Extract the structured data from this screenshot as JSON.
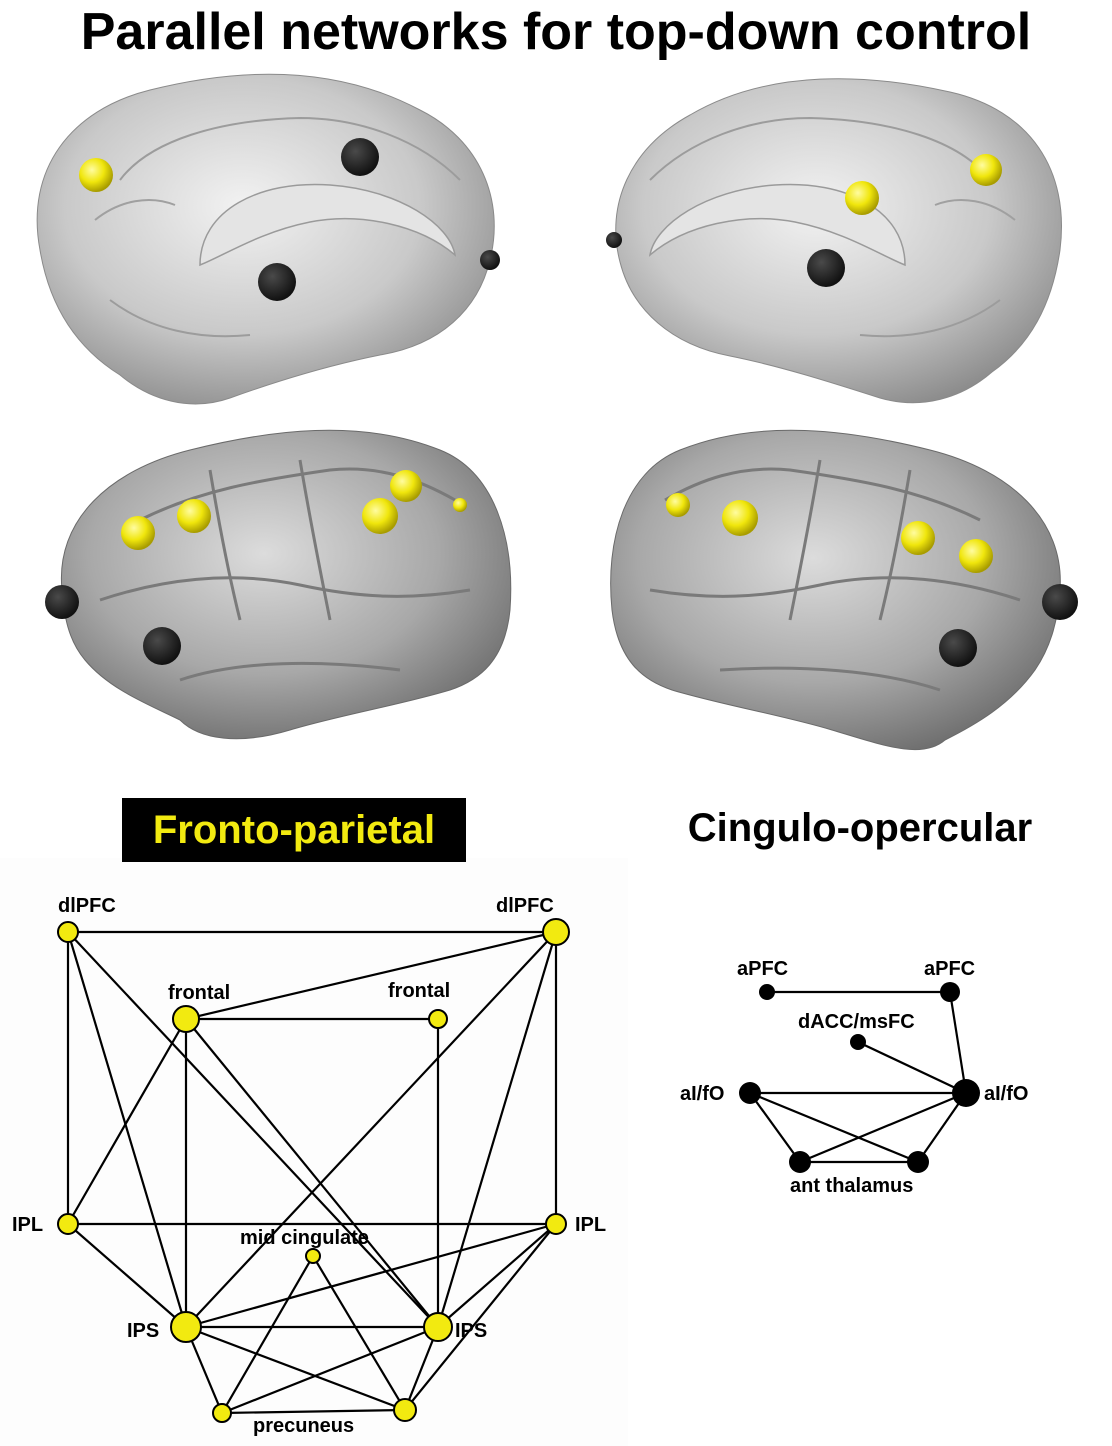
{
  "title": "Parallel networks for top-down control",
  "colors": {
    "fronto_parietal_node": "#f2ea10",
    "cingulo_opercular_node": "#1a1a1a",
    "brain_surface": "#c9c9c9",
    "label_box": "#000000"
  },
  "brain_views": [
    {
      "view": "medial-left"
    },
    {
      "view": "medial-right"
    },
    {
      "view": "lateral-left"
    },
    {
      "view": "lateral-right"
    }
  ],
  "fronto_parietal": {
    "label": "Fronto-parietal",
    "nodes": {
      "dlpfc_l": "dlPFC",
      "dlpfc_r": "dlPFC",
      "frontal_l": "frontal",
      "frontal_r": "frontal",
      "ipl_l": "IPL",
      "ipl_r": "IPL",
      "mid_cingulate": "mid cingulate",
      "ips_l": "IPS",
      "ips_r": "IPS",
      "precuneus": "precuneus"
    }
  },
  "cingulo_opercular": {
    "label": "Cingulo-opercular",
    "nodes": {
      "apfc_l": "aPFC",
      "apfc_r": "aPFC",
      "dacc": "dACC/msFC",
      "aifo_l": "aI/fO",
      "aifo_r": "aI/fO",
      "ant_thalamus": "ant thalamus"
    }
  }
}
